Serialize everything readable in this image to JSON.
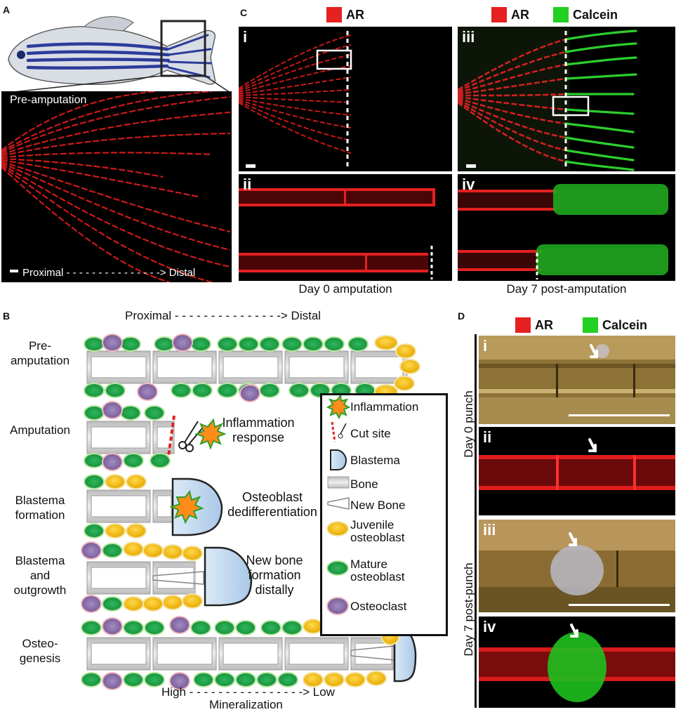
{
  "panels": {
    "a": {
      "letter": "A",
      "pre_label": "Pre-amputation",
      "axis_label": "Proximal - - - - - - - - - - - - - - -> Distal"
    },
    "b": {
      "letter": "B",
      "top_axis": "Proximal - - - - - - - - - - - - - - -> Distal",
      "bottom_axis": "High - - - - - - - - - - - - - - - -> Low",
      "bottom_axis_sub": "Mineralization",
      "stages": [
        {
          "label": "Pre-\namputation"
        },
        {
          "label": "Amputation"
        },
        {
          "label": "Blastema\nformation"
        },
        {
          "label": "Blastema\nand\noutgrowth"
        },
        {
          "label": "Osteo-\ngenesis"
        }
      ],
      "annotations": {
        "inflammation_response": "Inflammation\nresponse",
        "osteoblast_dediff": "Osteoblast\ndedifferentiation",
        "new_bone": "New bone\nformation\ndistally"
      },
      "key": [
        {
          "icon": "inflammation-icon",
          "label": "Inflammation"
        },
        {
          "icon": "cut-site-icon",
          "label": "Cut site"
        },
        {
          "icon": "blastema-icon",
          "label": "Blastema"
        },
        {
          "icon": "bone-icon",
          "label": "Bone"
        },
        {
          "icon": "new-bone-icon",
          "label": "New Bone"
        },
        {
          "icon": "juvenile-osteoblast-icon",
          "label": "Juvenile\nosteoblast"
        },
        {
          "icon": "mature-osteoblast-icon",
          "label": "Mature\nosteoblast"
        },
        {
          "icon": "osteoclast-icon",
          "label": "Osteoclast"
        }
      ]
    },
    "c": {
      "letter": "C",
      "legend_ar": "AR",
      "legend_calcein": "Calcein",
      "sub_i": "i",
      "sub_ii": "ii",
      "sub_iii": "iii",
      "sub_iv": "iv",
      "caption_left": "Day 0 amputation",
      "caption_right": "Day 7 post-amputation"
    },
    "d": {
      "letter": "D",
      "legend_ar": "AR",
      "legend_calcein": "Calcein",
      "sub_i": "i",
      "sub_ii": "ii",
      "sub_iii": "iii",
      "sub_iv": "iv",
      "side_top": "Day 0 punch",
      "side_bottom": "Day 7 post-punch"
    }
  },
  "colors": {
    "ar_red": "#e52121",
    "calcein_green": "#22d022",
    "mature_osteoblast": "#1fa34a",
    "juvenile_osteoblast": "#f2b800",
    "osteoclast": "#8a6aa8",
    "blastema": "#b8d4ee",
    "bone": "#d0d0d0"
  }
}
